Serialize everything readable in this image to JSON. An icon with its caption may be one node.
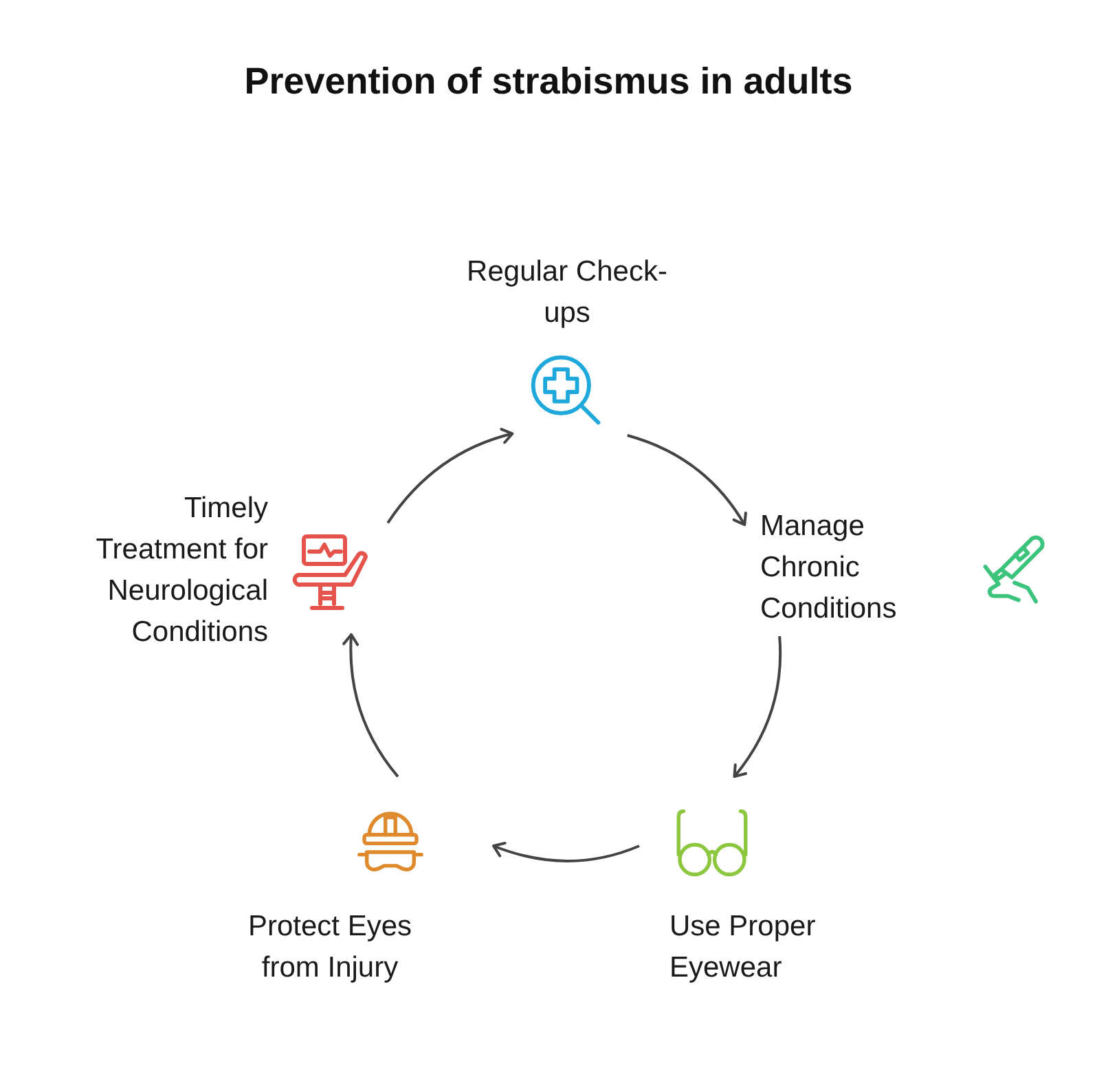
{
  "diagram": {
    "title": "Prevention of strabismus in adults",
    "nodes": [
      {
        "text": [
          "Regular Check-ups"
        ]
      },
      {
        "text": [
          "Manage Chronic Conditions"
        ]
      },
      {
        "text": [
          "Use Proper Eyewear"
        ]
      },
      {
        "text": [
          "Protect Eyes from Injury"
        ]
      },
      {
        "text": [
          "Timely Treatment for Neurological Conditions"
        ]
      }
    ],
    "edges": [
      {
        "from": 0,
        "to": 1,
        "arrow": "to"
      },
      {
        "from": 1,
        "to": 2,
        "arrow": "to"
      },
      {
        "from": 2,
        "to": 3,
        "arrow": "to"
      },
      {
        "from": 3,
        "to": 4,
        "arrow": "to"
      },
      {
        "from": 4,
        "to": 0,
        "arrow": "to"
      }
    ]
  }
}
